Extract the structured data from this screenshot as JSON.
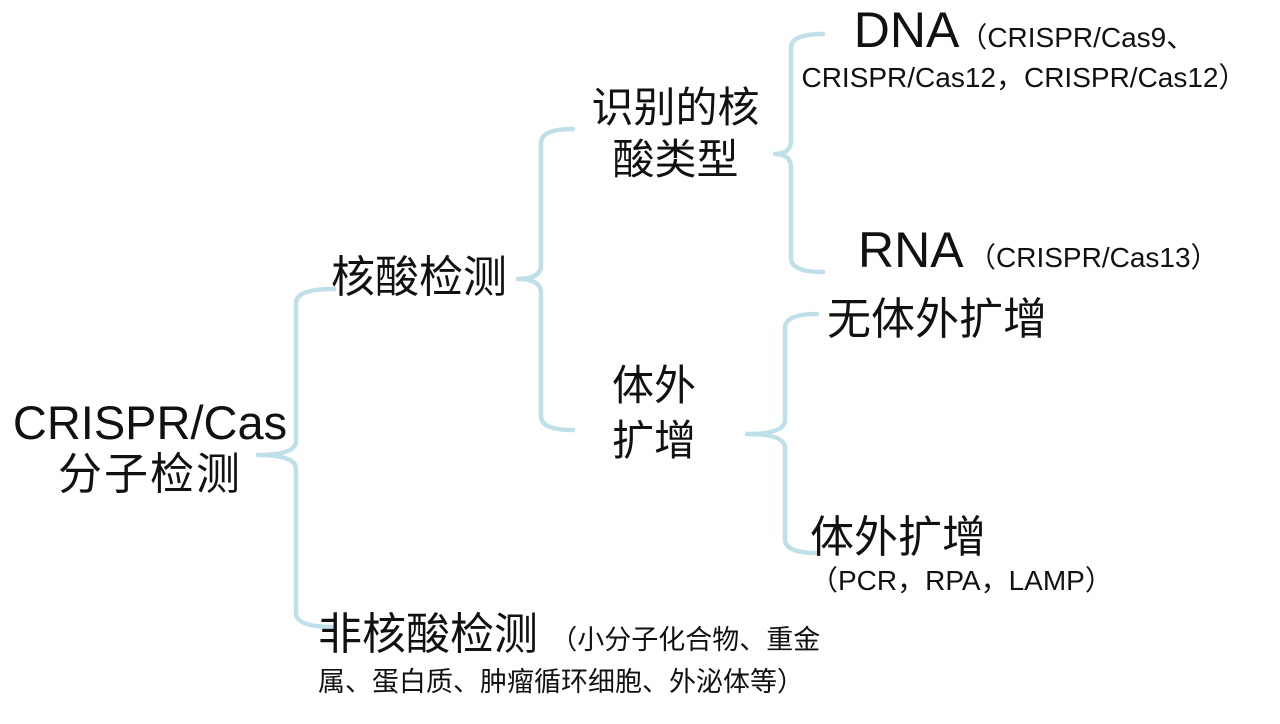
{
  "colors": {
    "background": "#ffffff",
    "brace": "#bfe0e8",
    "text": "#111111"
  },
  "tree": {
    "root": {
      "line1": "CRISPR/Cas",
      "line2": "分子检测"
    },
    "children": [
      {
        "label": "核酸检测",
        "children": [
          {
            "label_line1": "识别的核",
            "label_line2": "酸类型",
            "children": [
              {
                "label": "DNA",
                "note_line1": "（CRISPR/Cas9、",
                "note_line2": "CRISPR/Cas12，CRISPR/Cas12）"
              },
              {
                "label": "RNA",
                "note": "（CRISPR/Cas13）"
              }
            ]
          },
          {
            "label_line1": "体外",
            "label_line2": "扩增",
            "children": [
              {
                "label": "无体外扩增"
              },
              {
                "label": "体外扩增",
                "note": "（PCR，RPA，LAMP）"
              }
            ]
          }
        ]
      },
      {
        "label": "非核酸检测",
        "note_line1": "（小分子化合物、重金",
        "note_line2": "属、蛋白质、肿瘤循环细胞、外泌体等）"
      }
    ]
  }
}
